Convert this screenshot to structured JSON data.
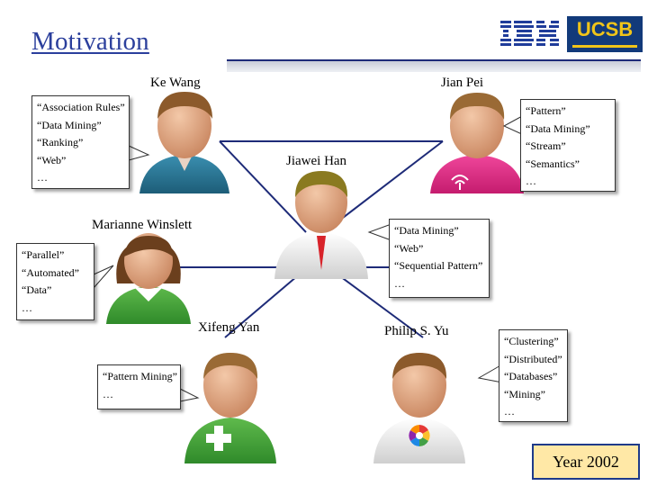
{
  "title": "Motivation",
  "logos": {
    "ibm": "IBM",
    "ucsb": "UCSB"
  },
  "people": {
    "ke_wang": {
      "name": "Ke Wang",
      "topics": [
        "“Association Rules”",
        "“Data Mining”",
        "“Ranking”",
        "“Web”",
        "…"
      ]
    },
    "jian_pei": {
      "name": "Jian Pei",
      "topics": [
        "“Pattern”",
        "“Data Mining”",
        "“Stream”",
        "“Semantics”",
        "…"
      ]
    },
    "jiawei_han": {
      "name": "Jiawei Han",
      "topics": [
        "“Data Mining”",
        "“Web”",
        "“Sequential Pattern”",
        "…"
      ]
    },
    "marianne_winslett": {
      "name": "Marianne Winslett",
      "topics": [
        "“Parallel”",
        "“Automated”",
        "“Data”",
        "…"
      ]
    },
    "xifeng_yan": {
      "name": "Xifeng Yan",
      "topics": [
        "“Pattern Mining”",
        "…"
      ]
    },
    "philip_yu": {
      "name": "Philip S. Yu",
      "topics": [
        "“Clustering”",
        "“Distributed”",
        "“Databases”",
        "“Mining”",
        "…"
      ]
    }
  },
  "year_label": "Year 2002",
  "colors": {
    "title": "#2b3f9c",
    "accent_bar": "#1e2b78",
    "year_box": "#ffe8a6"
  }
}
